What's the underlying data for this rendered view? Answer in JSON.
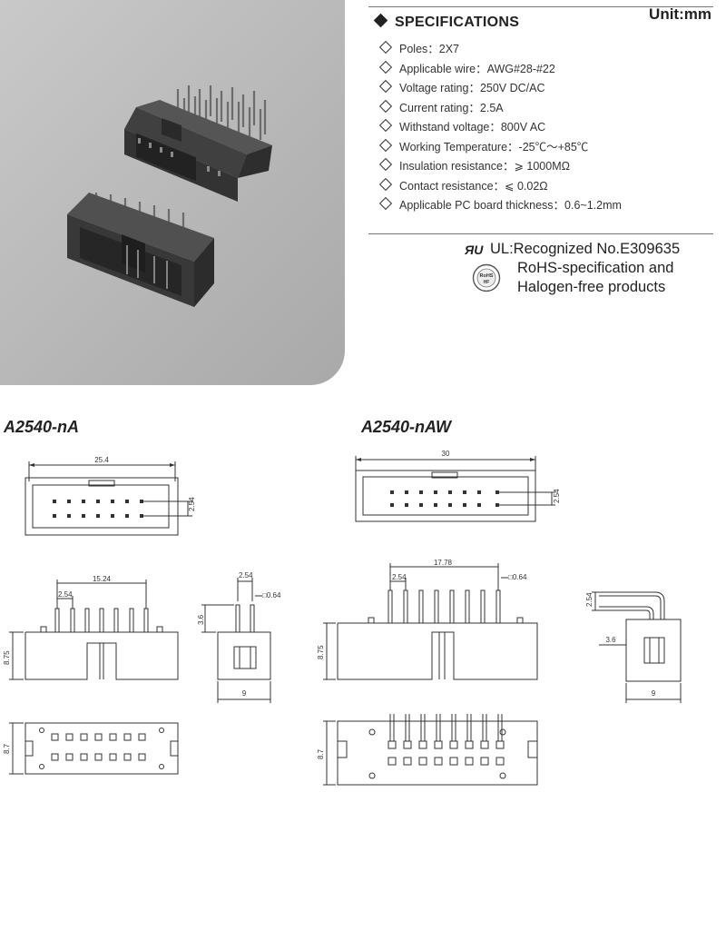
{
  "header": {
    "unit_label": "Unit:mm",
    "spec_title": "SPECIFICATIONS"
  },
  "specifications": [
    {
      "text": "Poles：2X7"
    },
    {
      "text": "Applicable wire：AWG#28-#22"
    },
    {
      "text": "Voltage rating：250V DC/AC"
    },
    {
      "text": "Current rating：2.5A"
    },
    {
      "text": "Withstand voltage：800V AC"
    },
    {
      "text": "Working Temperature：-25℃～+85℃"
    },
    {
      "text": "Insulation resistance：⩾ 1000MΩ"
    },
    {
      "text": "Contact resistance：⩽ 0.02Ω"
    },
    {
      "text": "Applicable PC board thickness：0.6~1.2mm"
    }
  ],
  "certifications": {
    "ul_mark": "ЯU",
    "ul_text": "UL:Recognized No.E309635",
    "rohs_badge": "RoHS",
    "rohs_badge_sub": "HF",
    "rohs_line1": "RoHS-specification and",
    "rohs_line2": "Halogen-free products"
  },
  "models": {
    "left": "A2540-nA",
    "right": "A2540-nAW"
  },
  "dimensions": {
    "left_width": "25.4",
    "left_pitch": "2.54",
    "left_span": "15.24",
    "left_pin_pitch": "2.54",
    "left_height": "8.75",
    "left_side_pitch": "2.54",
    "left_pin_size": "□0.64",
    "left_side_height": "3.6",
    "left_side_width": "9",
    "left_bottom_depth": "8.7",
    "right_width": "30",
    "right_pitch": "2.54",
    "right_span": "17.78",
    "right_pin_pitch": "2.54",
    "right_pin_size": "□0.64",
    "right_height": "8.75",
    "right_side_pitch": "2.54",
    "right_side_offset": "3.6",
    "right_side_width": "9",
    "right_bottom_depth": "8.7"
  },
  "colors": {
    "photo_bg": "#b8b8b8",
    "connector": "#3a3a3a",
    "line": "#333333"
  }
}
